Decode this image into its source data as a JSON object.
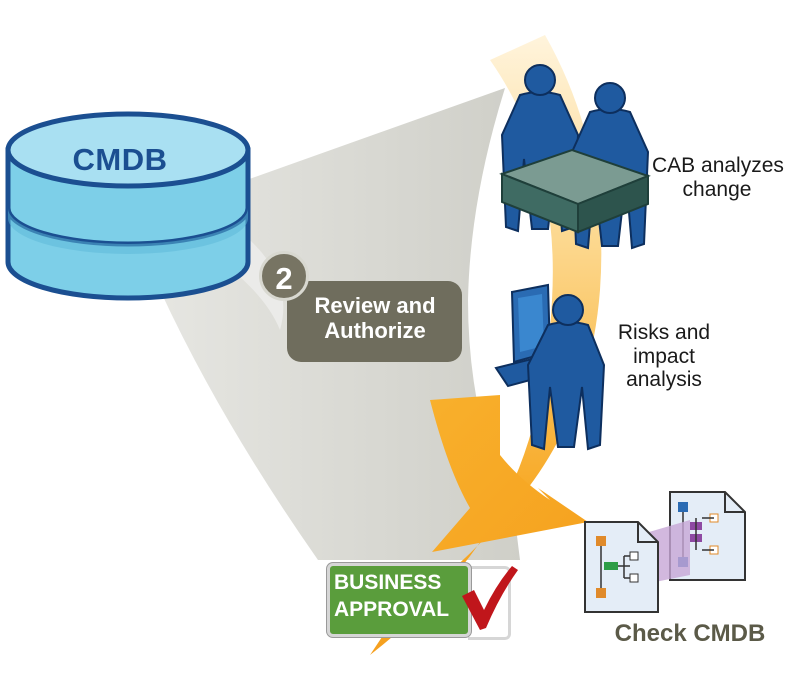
{
  "database": {
    "label": "CMDB"
  },
  "step": {
    "number": "2",
    "title_line1": "Review and",
    "title_line2": "Authorize"
  },
  "activities": {
    "cab": {
      "line1": "CAB analyzes",
      "line2": "change"
    },
    "risks": {
      "line1": "Risks and",
      "line2": "impact",
      "line3": "analysis"
    }
  },
  "approval": {
    "line1": "BUSINESS",
    "line2": "APPROVAL"
  },
  "check": {
    "label": "Check CMDB"
  },
  "colors": {
    "database_fill": "#7dcfe8",
    "database_stroke": "#1b4f91",
    "people_fill": "#1f5aa0",
    "arrow_orange": "#f7a823",
    "step_box": "#6f6d5d",
    "approval_green": "#5a9d3c",
    "checkmark_red": "#c0161b",
    "wedge_gray": "#d6d6d0"
  }
}
